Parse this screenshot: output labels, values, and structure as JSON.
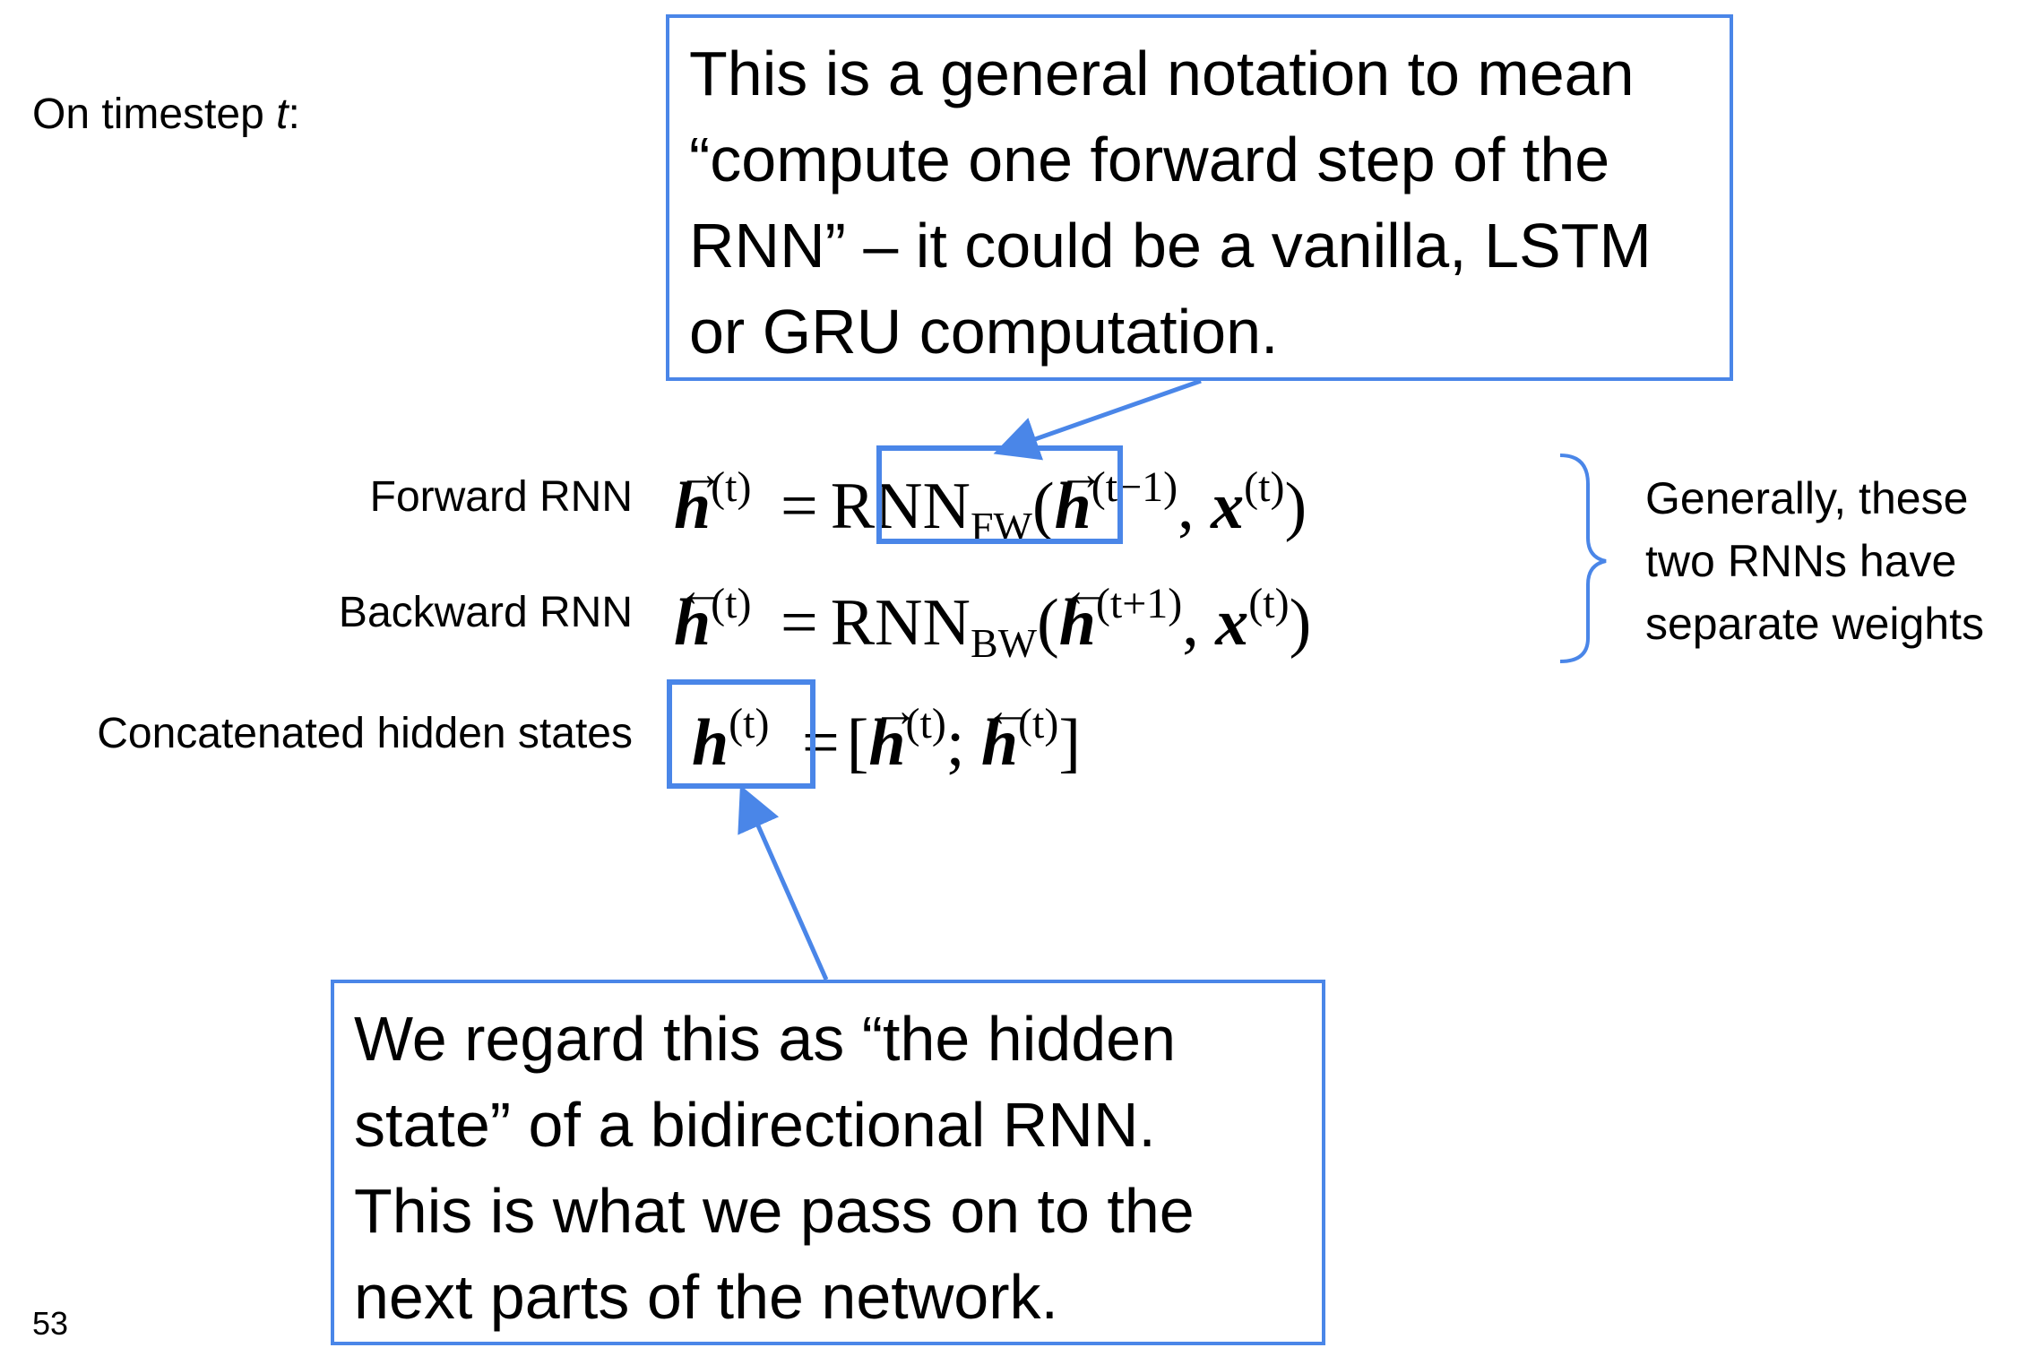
{
  "slide": {
    "header": "On timestep t:",
    "header_prefix": "On timestep ",
    "header_var": "t",
    "header_suffix": ":",
    "page_number": "53"
  },
  "callout_top": {
    "lines": [
      "This is a general notation to mean",
      "“compute one forward step of the",
      "RNN” – it could be a vanilla, LSTM",
      "or GRU computation."
    ]
  },
  "callout_bottom": {
    "lines": [
      "We regard this as “the hidden",
      "state” of a bidirectional RNN.",
      "This is what we pass on to the",
      "next parts of the network."
    ]
  },
  "equations": {
    "forward": {
      "label": "Forward RNN",
      "lhs_var": "h",
      "lhs_sup": "(t)",
      "eq": "=",
      "func": "RNN",
      "func_sub": "FW",
      "arg_var": "h",
      "arg_sup": "(t−1)",
      "input_var": "x",
      "input_sup": "(t)"
    },
    "backward": {
      "label": "Backward RNN",
      "lhs_var": "h",
      "lhs_sup": "(t)",
      "eq": "=",
      "func": "RNN",
      "func_sub": "BW",
      "arg_var": "h",
      "arg_sup": "(t+1)",
      "input_var": "x",
      "input_sup": "(t)"
    },
    "concat": {
      "label": "Concatenated hidden states",
      "lhs_var": "h",
      "lhs_sup": "(t)",
      "eq": "=",
      "fw_var": "h",
      "fw_sup": "(t)",
      "bw_var": "h",
      "bw_sup": "(t)"
    }
  },
  "side_note": {
    "lines": [
      "Generally, these",
      "two RNNs have",
      "separate weights"
    ]
  },
  "colors": {
    "accent": "#4a86e8"
  },
  "icons": {
    "right_arrow": "right-arrow-accent-icon",
    "left_arrow": "left-arrow-accent-icon",
    "brace": "right-curly-brace-icon"
  }
}
